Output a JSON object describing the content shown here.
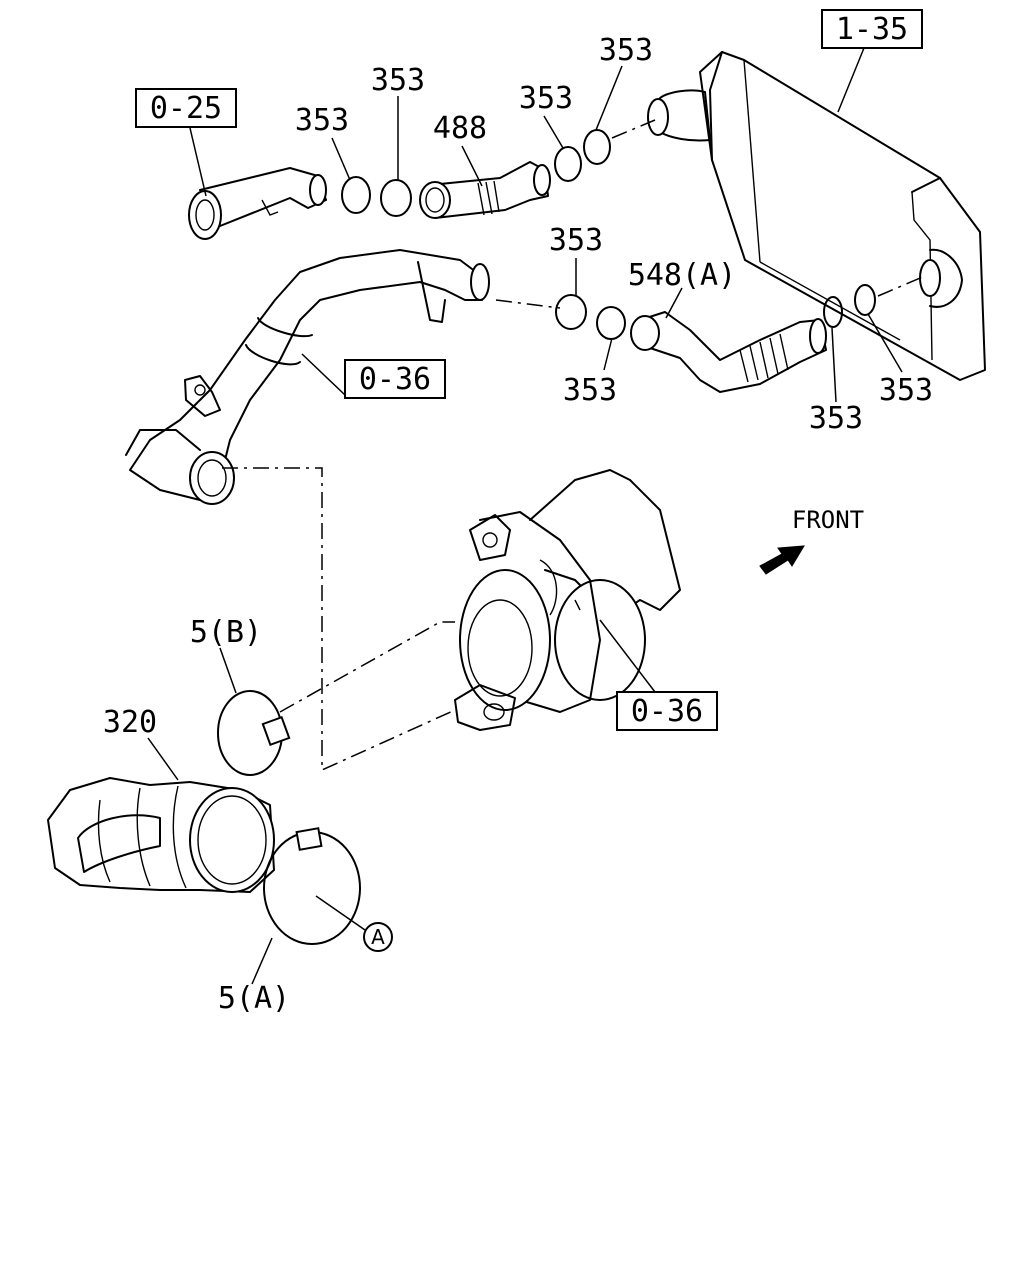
{
  "refs": {
    "ref_0_25": "0-25",
    "ref_1_35": "1-35",
    "ref_0_36_upper": "0-36",
    "ref_0_36_lower": "0-36"
  },
  "parts": {
    "p353_a": "353",
    "p353_b": "353",
    "p353_c": "353",
    "p353_d": "353",
    "p353_e": "353",
    "p353_f": "353",
    "p353_g": "353",
    "p353_h": "353",
    "p488": "488",
    "p548a": "548(A)",
    "p5b": "5(B)",
    "p320": "320",
    "p5a": "5(A)"
  },
  "markers": {
    "circle_a": "A"
  },
  "orientation": {
    "front_label": "FRONT"
  }
}
